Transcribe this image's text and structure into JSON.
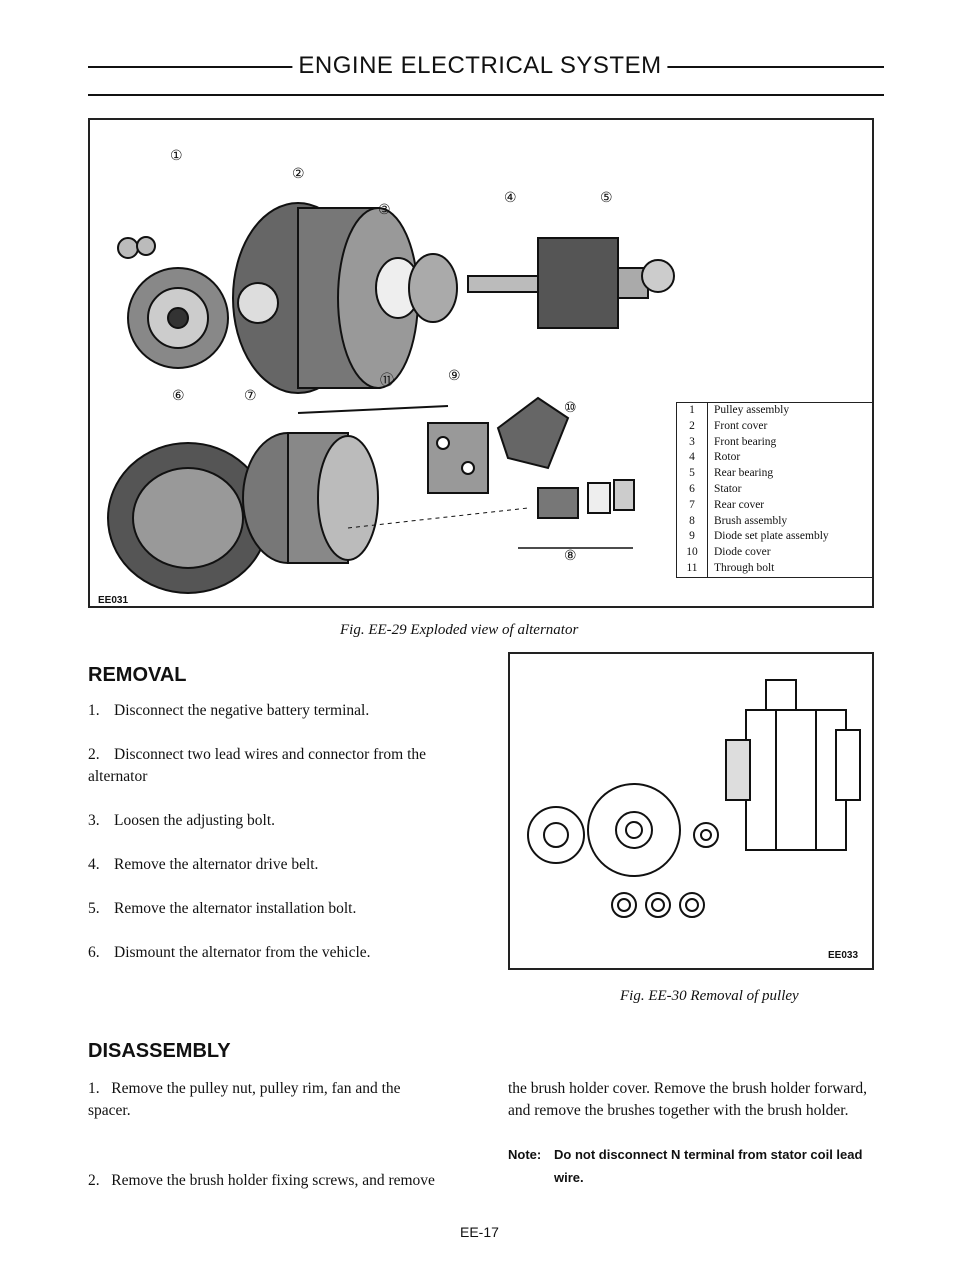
{
  "header": {
    "title": "ENGINE ELECTRICAL SYSTEM"
  },
  "figure1": {
    "code": "EE031",
    "caption": "Fig. EE-29 Exploded view of alternator",
    "callouts": [
      "①",
      "②",
      "③",
      "④",
      "⑤",
      "⑥",
      "⑦",
      "⑧",
      "⑨",
      "⑩",
      "⑪"
    ],
    "legend": [
      {
        "num": "1",
        "text": "Pulley assembly"
      },
      {
        "num": "2",
        "text": "Front cover"
      },
      {
        "num": "3",
        "text": "Front bearing"
      },
      {
        "num": "4",
        "text": "Rotor"
      },
      {
        "num": "5",
        "text": "Rear bearing"
      },
      {
        "num": "6",
        "text": "Stator"
      },
      {
        "num": "7",
        "text": "Rear cover"
      },
      {
        "num": "8",
        "text": "Brush assembly"
      },
      {
        "num": "9",
        "text": "Diode set plate assembly"
      },
      {
        "num": "10",
        "text": "Diode cover"
      },
      {
        "num": "11",
        "text": "Through bolt"
      }
    ]
  },
  "removal": {
    "heading": "REMOVAL",
    "steps": [
      {
        "num": "1.",
        "text": "Disconnect the negative battery terminal."
      },
      {
        "num": "2.",
        "text": "Disconnect two lead wires and connector from the"
      },
      {
        "num": "",
        "text": "alternator"
      },
      {
        "num": "3.",
        "text": "Loosen the adjusting bolt."
      },
      {
        "num": "4.",
        "text": "Remove the alternator drive belt."
      },
      {
        "num": "5.",
        "text": "Remove the alternator installation bolt."
      },
      {
        "num": "6.",
        "text": "Dismount the alternator from the vehicle."
      }
    ]
  },
  "figure2": {
    "code": "EE033",
    "caption": "Fig. EE-30 Removal of pulley"
  },
  "disassembly": {
    "heading": "DISASSEMBLY",
    "step1_line1": "1.   Remove the pulley nut, pulley rim, fan and the",
    "step1_line2": "spacer.",
    "step2": "2.   Remove the brush holder fixing screws, and remove",
    "right_line1": "the brush holder cover. Remove the brush holder forward,",
    "right_line2": "and remove the brushes together with the brush holder.",
    "note_label": "Note:",
    "note_line1": "Do not disconnect N terminal from stator coil lead",
    "note_line2": "wire."
  },
  "footer": {
    "page": "EE-17"
  }
}
